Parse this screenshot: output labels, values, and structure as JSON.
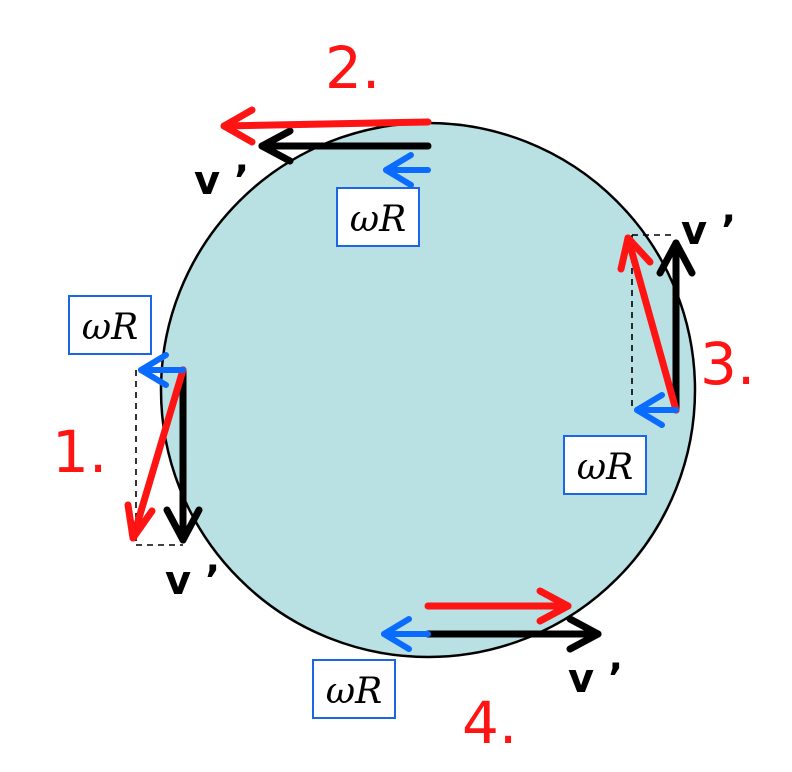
{
  "colors": {
    "disc_fill": "#b9e0e2",
    "disc_stroke": "#000000",
    "resultant": "#ff1414",
    "frame_velocity": "#000000",
    "omega_r": "#0a6cff",
    "omega_r_box": "#1a66e6",
    "number_label": "#ff1414",
    "dashed": "#000000"
  },
  "positions": [
    {
      "number": "1.",
      "velocity_label": "v ’",
      "omega_r_label": "ωR"
    },
    {
      "number": "2.",
      "velocity_label": "v ’",
      "omega_r_label": "ωR"
    },
    {
      "number": "3.",
      "velocity_label": "v ’",
      "omega_r_label": "ωR"
    },
    {
      "number": "4.",
      "velocity_label": "v ’",
      "omega_r_label": "ωR"
    }
  ]
}
